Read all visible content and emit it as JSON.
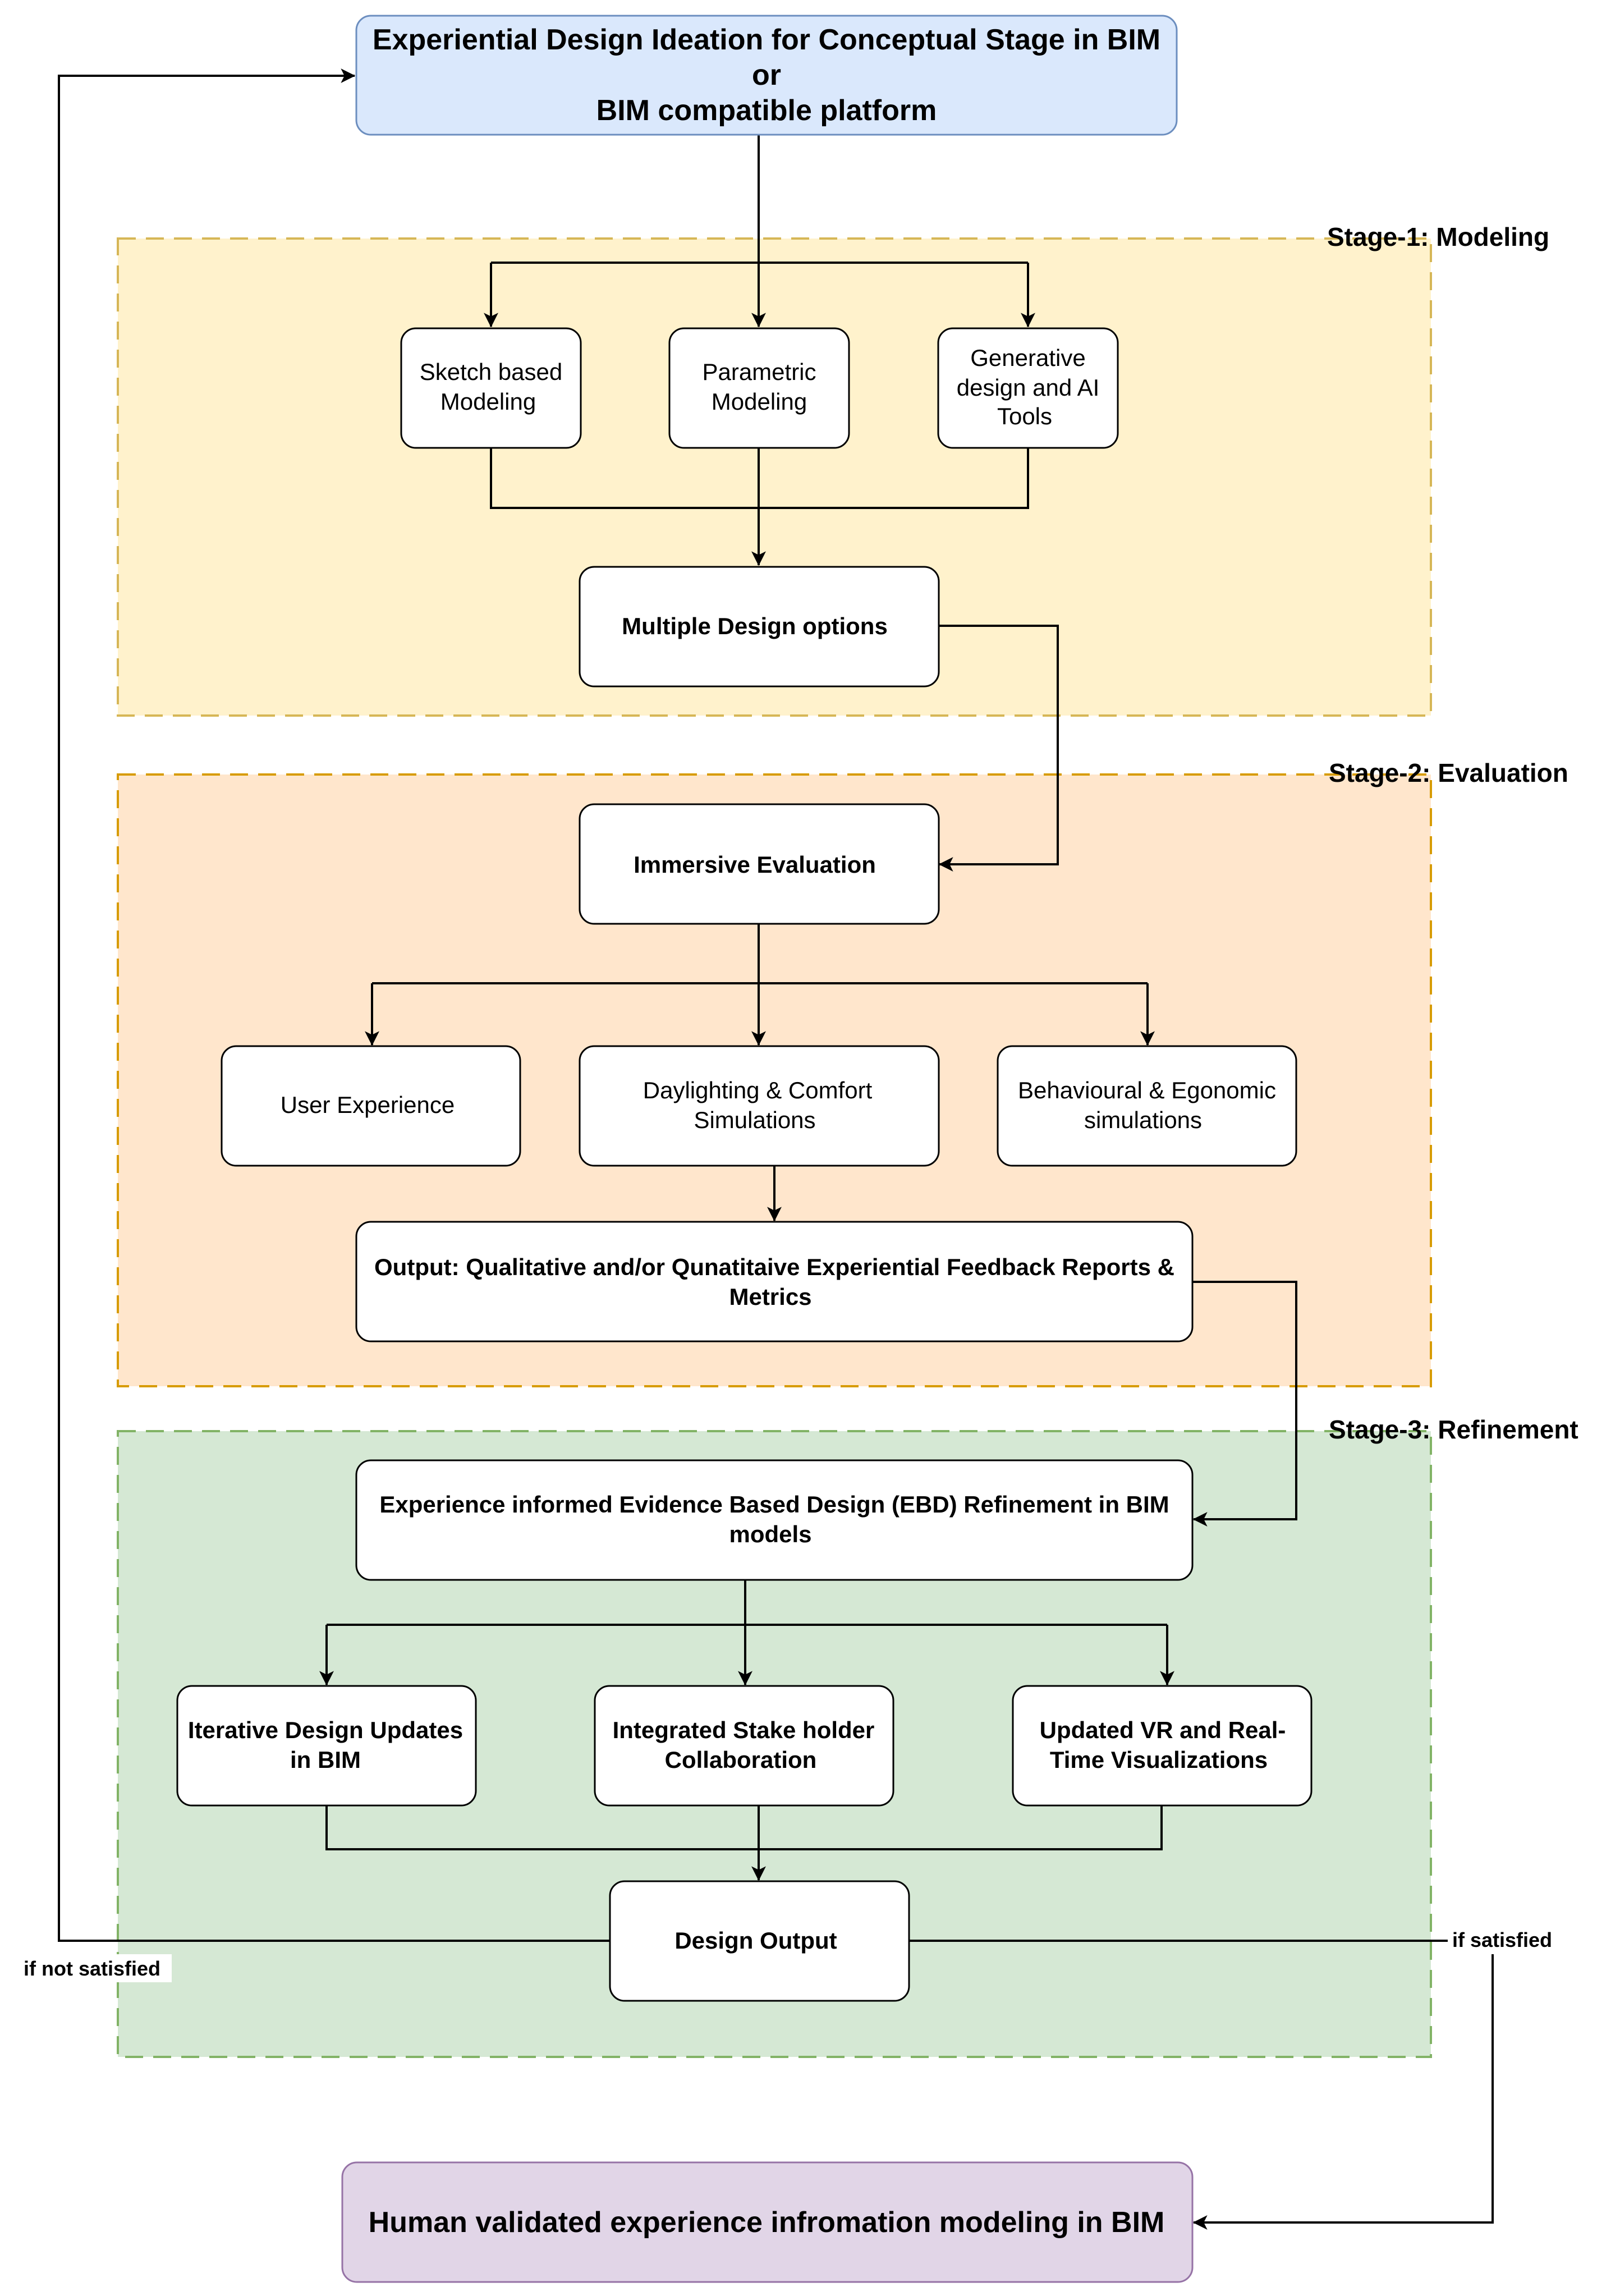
{
  "title_box": {
    "line1": "Experiential Design Ideation for Conceptual Stage in BIM",
    "line2": "or",
    "line3": "BIM compatible platform"
  },
  "stages": {
    "stage1": "Stage-1: Modeling",
    "stage2": "Stage-2: Evaluation",
    "stage3": "Stage-3: Refinement"
  },
  "modeling": {
    "sketch": [
      "Sketch based",
      "Modeling"
    ],
    "parametric": [
      "Parametric",
      "Modeling"
    ],
    "generative": [
      "Generative",
      "design and AI",
      "Tools"
    ],
    "options": "Multiple Design options"
  },
  "evaluation": {
    "immersive": "Immersive Evaluation",
    "user_experience": "User Experience",
    "daylighting": [
      "Daylighting & Comfort",
      "Simulations"
    ],
    "behavioural": [
      "Behavioural & Egonomic",
      "simulations"
    ],
    "output": [
      "Output: Qualitative and/or Qunatitaive Experiential Feedback Reports &",
      "Metrics"
    ]
  },
  "refinement": {
    "ebd": [
      "Experience informed Evidence Based Design (EBD) Refinement in BIM",
      "models"
    ],
    "iterative": [
      "Iterative Design Updates",
      "in BIM"
    ],
    "stakeholder": [
      "Integrated Stake holder",
      "Collaboration"
    ],
    "vr": [
      "Updated VR and Real-",
      "Time Visualizations"
    ],
    "design_output": "Design Output"
  },
  "conditions": {
    "not_satisfied": "if not satisfied",
    "satisfied": "if satisfied"
  },
  "final_box": "Human validated experience infromation modeling in BIM",
  "colors": {
    "title_fill": "#dae8fc",
    "title_stroke": "#6c8ebf",
    "stage1_fill": "#fff2cc",
    "stage1_stroke": "#d6b656",
    "stage2_fill": "#ffe6cc",
    "stage2_stroke": "#d79b00",
    "stage3_fill": "#d5e8d4",
    "stage3_stroke": "#82b366",
    "final_fill": "#e1d5e7",
    "final_stroke": "#9673a6"
  }
}
